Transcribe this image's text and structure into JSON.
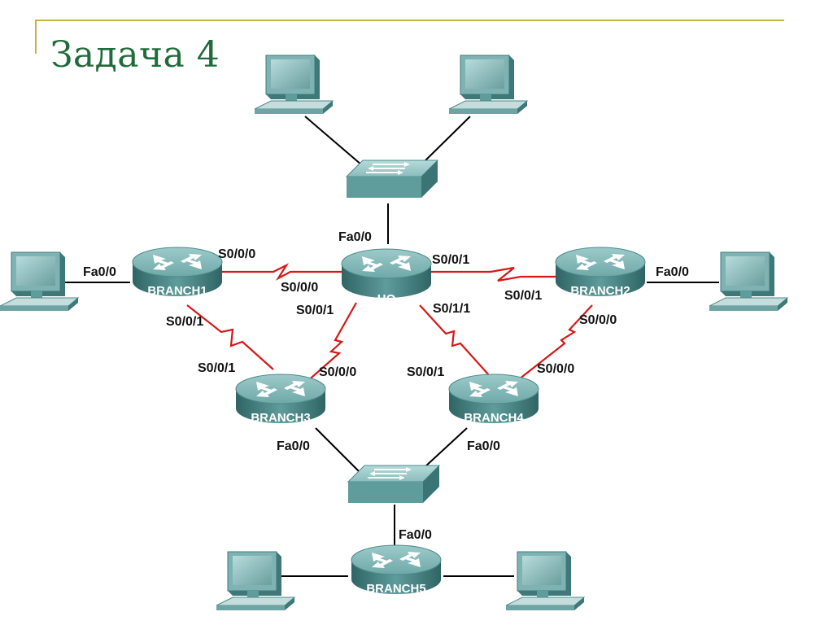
{
  "slide": {
    "title": "Задача 4"
  },
  "colors": {
    "accent": "#c9b244",
    "title": "#1f6b3a",
    "serial_link": "#d51818",
    "ethernet_link": "#000000",
    "device_fill": "#5f9c9c"
  },
  "routers": {
    "hq": "HQ",
    "branch1": "BRANCH1",
    "branch2": "BRANCH2",
    "branch3": "BRANCH3",
    "branch4": "BRANCH4",
    "branch5": "BRANCH5"
  },
  "labels": {
    "hq_fa00": "Fa0/0",
    "hq_s000": "S0/0/0",
    "hq_s001_right": "S0/0/1",
    "hq_s001_down": "S0/0/1",
    "hq_s011": "S0/1/1",
    "b1_fa00": "Fa0/0",
    "b1_s000": "S0/0/0",
    "b1_s001": "S0/0/1",
    "b2_fa00": "Fa0/0",
    "b2_s001": "S0/0/1",
    "b2_s000": "S0/0/0",
    "b3_s001": "S0/0/1",
    "b3_s000": "S0/0/0",
    "b3_fa00": "Fa0/0",
    "b4_s001": "S0/0/1",
    "b4_s000": "S0/0/0",
    "b4_fa00": "Fa0/0",
    "b5_fa00": "Fa0/0"
  }
}
